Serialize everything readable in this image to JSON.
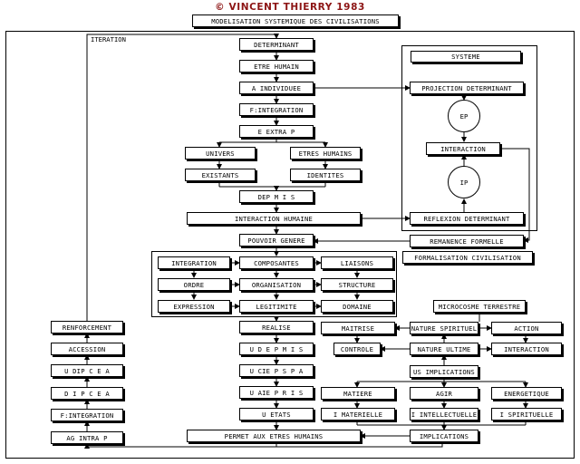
{
  "title": "© VINCENT THIERRY 1983",
  "subtitle": "MODELISATION SYSTEMIQUE DES CIVILISATIONS",
  "label_iteration": "ITERATION",
  "center": {
    "determinant": "DETERMINANT",
    "etre_humain": "ETRE HUMAIN",
    "a_individuee": "A INDIVIDUEE",
    "f_integration": "F:INTEGRATION",
    "e_extra_p": "E EXTRA P",
    "univers": "UNIVERS",
    "etres_humains": "ETRES HUMAINS",
    "existants": "EXISTANTS",
    "identites": "IDENTITES",
    "dep_m_i_s": "DEP M I S",
    "interaction_humaine": "INTERACTION HUMAINE",
    "pouvoir_genere": "POUVOIR GENERE"
  },
  "grid": {
    "integration": "INTEGRATION",
    "composantes": "COMPOSANTES",
    "liaisons": "LIAISONS",
    "ordre": "ORDRE",
    "organisation": "ORGANISATION",
    "structure": "STRUCTURE",
    "expression": "EXPRESSION",
    "legitimite": "LEGITIMITE",
    "domaine": "DOMAINE"
  },
  "lower": {
    "realise": "REALISE",
    "u_d_e_p_m_i_s": "U D E P M I S",
    "u_cie_p_s_p_a": "U CIE P S P A",
    "u_aie_p_r_i_s": "U AIE P R I S",
    "u_etats": "U ETATS",
    "permet": "PERMET AUX ETRES HUMAINS"
  },
  "left": {
    "renforcement": "RENFORCEMENT",
    "accession": "ACCESSION",
    "u_dip_c_e_a": "U DIP C E A",
    "d_i_p_c_e_a": "D I P C E A",
    "f_integration": "F:INTEGRATION",
    "ag_intra_p": "AG INTRA P"
  },
  "system": {
    "systeme": "SYSTEME",
    "projection": "PROJECTION DETERMINANT",
    "ep": "EP",
    "interaction": "INTERACTION",
    "ip": "IP",
    "reflexion": "REFLEXION DETERMINANT",
    "remanence": "REMANENCE FORMELLE",
    "formalisation": "FORMALISATION CIVILISATION"
  },
  "right": {
    "microcosme": "MICROCOSME TERRESTRE",
    "maitrise": "MAITRISE",
    "nature_spirituel": "NATURE SPIRITUEL",
    "action": "ACTION",
    "controle": "CONTROLE",
    "nature_ultime": "NATURE ULTIME",
    "interaction": "INTERACTION",
    "us_implications": "US IMPLICATIONS",
    "matiere": "MATIERE",
    "agir": "AGIR",
    "energetique": "ENERGETIQUE",
    "i_materielle": "I MATERIELLE",
    "i_intellectuelle": "I INTELLECTUELLE",
    "i_spirituelle": "I SPIRITUELLE",
    "implications": "IMPLICATIONS"
  }
}
